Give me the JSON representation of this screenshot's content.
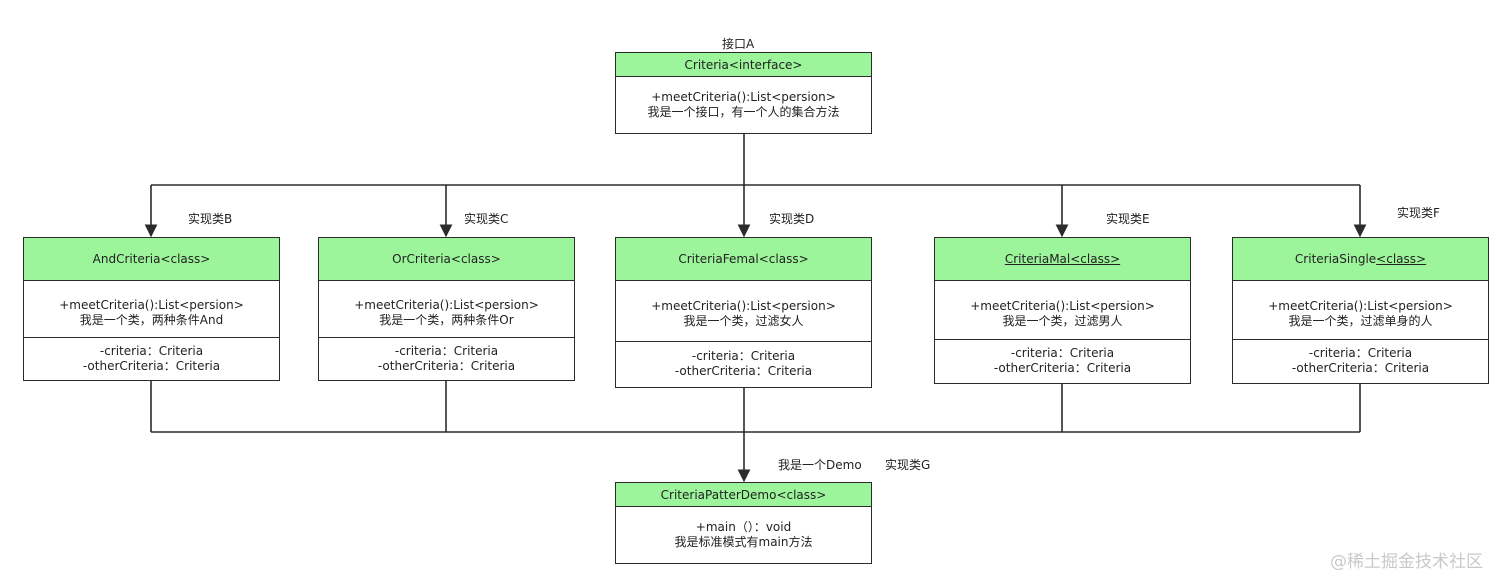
{
  "diagram": {
    "interface": {
      "label": "接口A",
      "title": "Criteria<interface>",
      "methods": [
        "+meetCriteria():List<persion>",
        "我是一个接口，有一个人的集合方法"
      ]
    },
    "classes": [
      {
        "id": "b",
        "label": "实现类B",
        "title_name": "AndCriteria",
        "title_suffix": "<class>",
        "methods": [
          "+meetCriteria():List<persion>",
          "我是一个类，两种条件And"
        ],
        "fields": [
          "-criteria：Criteria",
          "-otherCriteria：Criteria"
        ]
      },
      {
        "id": "c",
        "label": "实现类C",
        "title_name": "OrCriteria",
        "title_suffix": "<class>",
        "methods": [
          "+meetCriteria():List<persion>",
          "我是一个类，两种条件Or"
        ],
        "fields": [
          "-criteria：Criteria",
          "-otherCriteria：Criteria"
        ]
      },
      {
        "id": "d",
        "label": "实现类D",
        "title_name": "CriteriaFemal",
        "title_suffix": "<class>",
        "methods": [
          "+meetCriteria():List<persion>",
          "我是一个类，过滤女人"
        ],
        "fields": [
          "-criteria：Criteria",
          "-otherCriteria：Criteria"
        ]
      },
      {
        "id": "e",
        "label": "实现类E",
        "title_name": "CriteriaMal",
        "title_suffix": "<class>",
        "methods": [
          "+meetCriteria():List<persion>",
          "我是一个类，过滤男人"
        ],
        "fields": [
          "-criteria：Criteria",
          "-otherCriteria：Criteria"
        ]
      },
      {
        "id": "f",
        "label": "实现类F",
        "title_name": "CriteriaSingle",
        "title_suffix": "<class>",
        "methods": [
          "+meetCriteria():List<persion>",
          "我是一个类，过滤单身的人"
        ],
        "fields": [
          "-criteria：Criteria",
          "-otherCriteria：Criteria"
        ]
      }
    ],
    "demo": {
      "note": "我是一个Demo",
      "label": "实现类G",
      "title": "CriteriaPatterDemo<class>",
      "methods": [
        "+main（）：void",
        "我是标准模式有main方法"
      ]
    }
  },
  "watermark": "@稀土掘金技术社区",
  "colors": {
    "header_fill": "#9cf59a",
    "border": "#2b2b2b",
    "background": "#ffffff"
  }
}
